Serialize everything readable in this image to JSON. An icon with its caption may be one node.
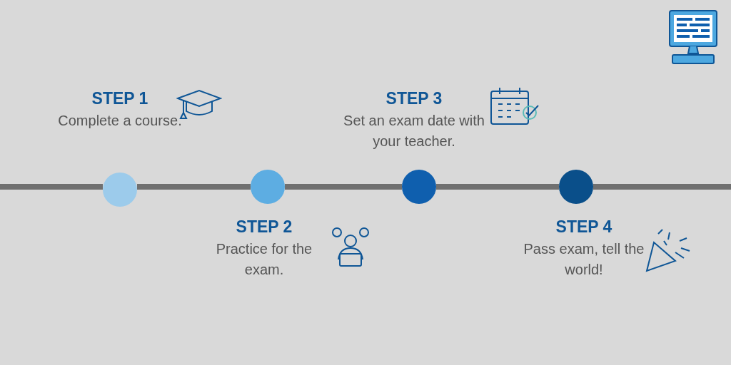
{
  "diagram": {
    "nodes": [
      {
        "text": [],
        "shape": "circle",
        "beside": [
          "STEP 1",
          "Complete a course."
        ]
      },
      {
        "text": [],
        "shape": "circle",
        "beside": [
          "STEP 2",
          "Practice for the exam."
        ]
      },
      {
        "text": [],
        "shape": "circle",
        "beside": [
          "STEP 3",
          "Set an exam date with your teacher."
        ]
      },
      {
        "text": [],
        "shape": "circle",
        "beside": [
          "STEP 4",
          "Pass exam, tell the world!"
        ]
      }
    ],
    "edges": [
      {
        "from": null,
        "to": 0,
        "arrow": "none"
      },
      {
        "from": 0,
        "to": 1,
        "arrow": "none"
      },
      {
        "from": 1,
        "to": 2,
        "arrow": "none"
      },
      {
        "from": 2,
        "to": 3,
        "arrow": "none"
      },
      {
        "from": 3,
        "to": null,
        "arrow": "none"
      }
    ]
  }
}
